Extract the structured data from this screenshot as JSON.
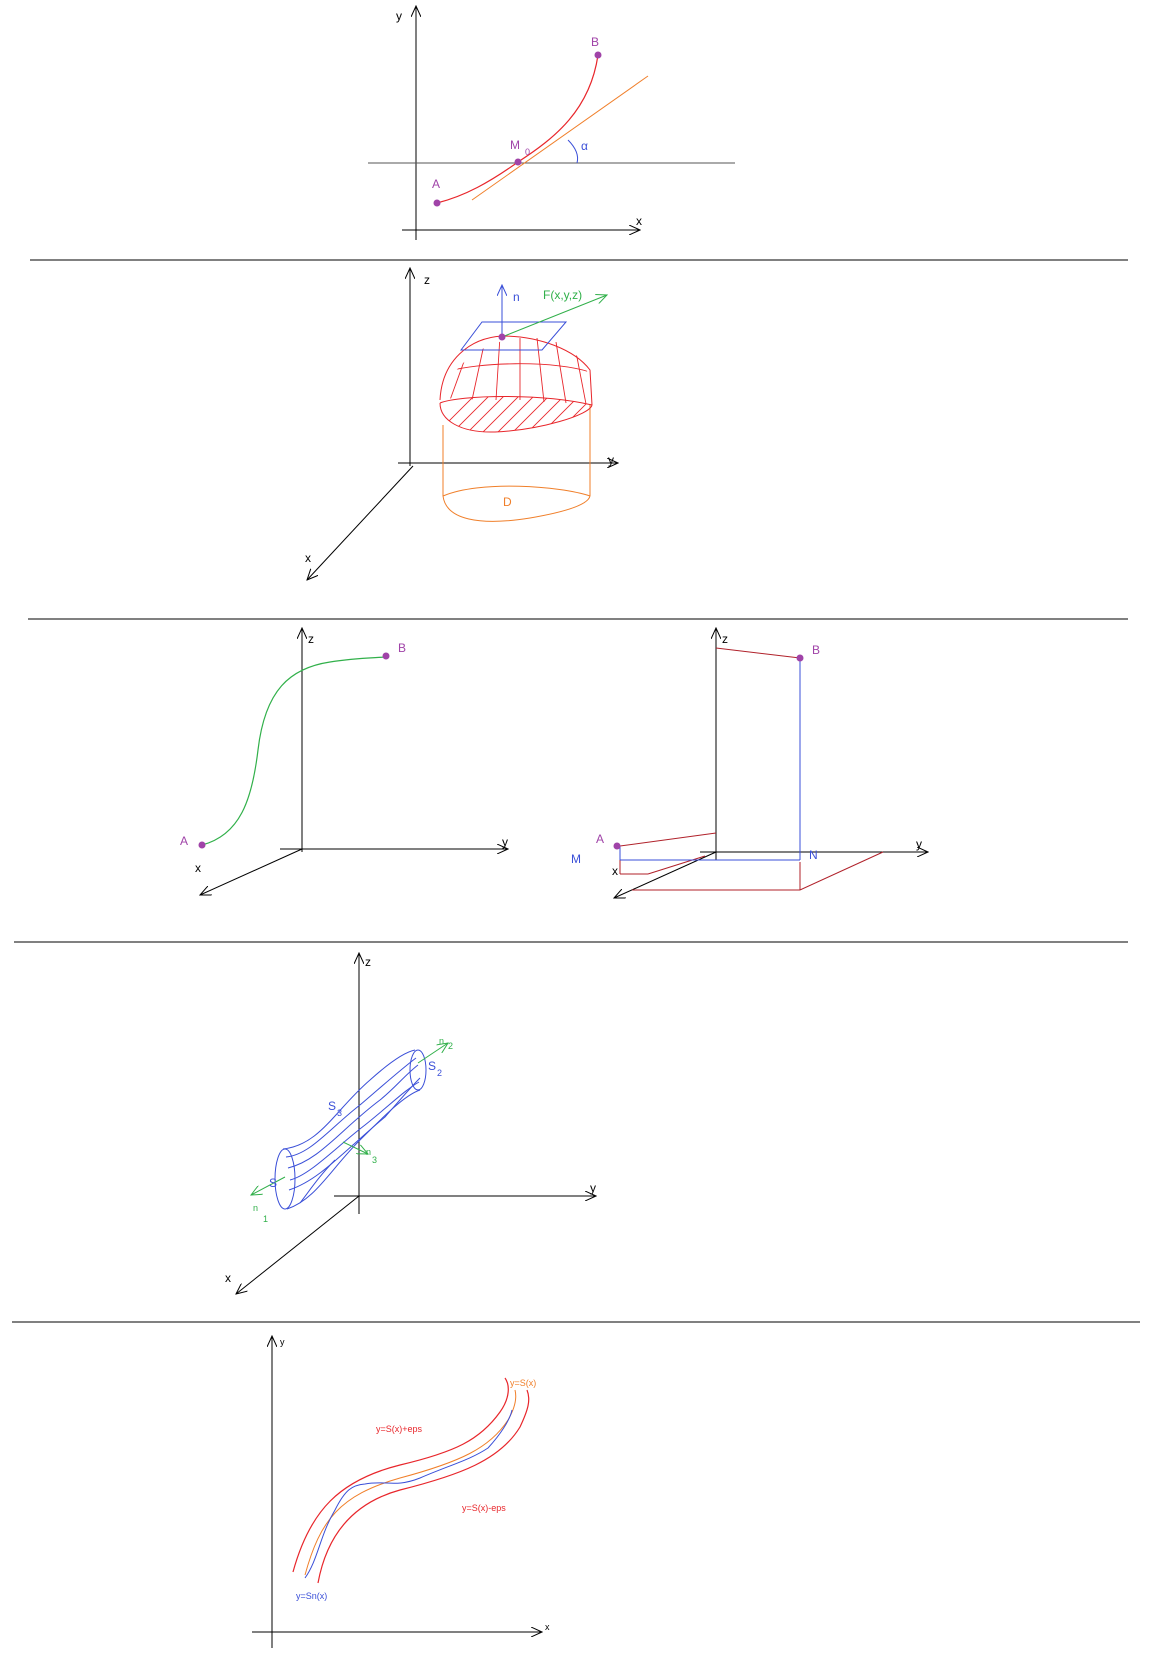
{
  "colors": {
    "axis": "#000000",
    "red": "#e8262b",
    "orange": "#f07f2a",
    "blue": "#3a4fd8",
    "green": "#31b04a",
    "purple": "#a043a8",
    "dark_red": "#b0212a",
    "divider": "#000000"
  },
  "panel1": {
    "y_axis": "y",
    "x_axis": "x",
    "point_A": "A",
    "point_B": "B",
    "point_M": "M",
    "point_M_sub": "0",
    "angle": "α"
  },
  "panel2": {
    "z_axis": "z",
    "y_axis": "y",
    "x_axis": "x",
    "normal": "n",
    "field": "F(x,y,z)",
    "region": "D"
  },
  "panel3": {
    "left": {
      "z_axis": "z",
      "y_axis": "y",
      "x_axis": "x",
      "point_A": "A",
      "point_B": "B"
    },
    "right": {
      "z_axis": "z",
      "y_axis": "y",
      "x_axis": "x",
      "point_A": "A",
      "point_B": "B",
      "point_M": "M",
      "point_N": "N"
    }
  },
  "panel4": {
    "z_axis": "z",
    "y_axis": "y",
    "x_axis": "x",
    "s1": "S",
    "s2": "S",
    "s2_sub": "2",
    "s3": "S",
    "s3_sub": "3",
    "n1": "n",
    "n1_sub": "1",
    "n2": "n",
    "n2_sub": "2",
    "n3": "n",
    "n3_sub": "3"
  },
  "panel5": {
    "y_axis": "y",
    "x_axis": "x",
    "curve_s": "y=S(x)",
    "curve_upper": "y=S(x)+eps",
    "curve_lower": "y=S(x)-eps",
    "curve_sn": "y=Sn(x)"
  }
}
